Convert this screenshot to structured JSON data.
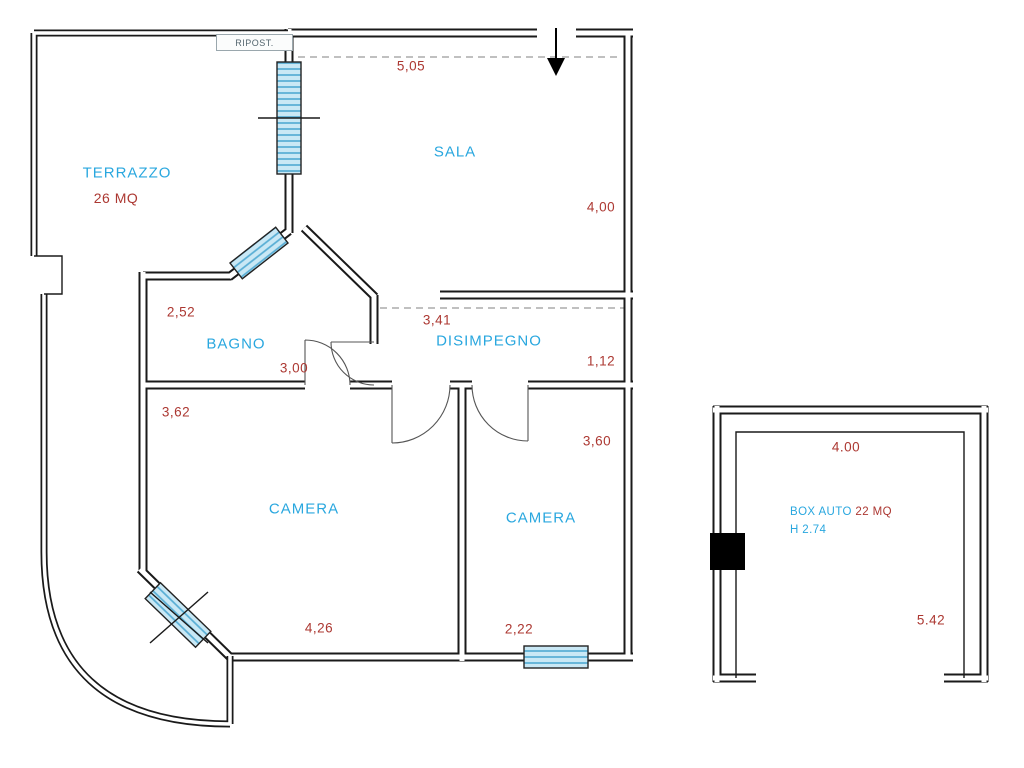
{
  "colors": {
    "room_label": "#29a7df",
    "measurement": "#ac3832",
    "wall": "#1a1a1a",
    "window_fill": "#c9e8f5"
  },
  "apartment": {
    "terrazzo": {
      "name": "TERRAZZO",
      "area": "26 MQ"
    },
    "ripostiglio": {
      "name": "RIPOST."
    },
    "sala": {
      "name": "SALA",
      "width": "5,05",
      "depth": "4,00"
    },
    "bagno": {
      "name": "BAGNO",
      "depth": "2,52",
      "width": "3,00"
    },
    "disimpegno": {
      "name": "DISIMPEGNO",
      "width": "3,41",
      "depth": "1,12"
    },
    "camera_1": {
      "name": "CAMERA",
      "depth": "3,62",
      "width": "4,26"
    },
    "camera_2": {
      "name": "CAMERA",
      "depth": "3,60",
      "width": "2,22"
    }
  },
  "garage": {
    "name": "BOX AUTO",
    "area": "22 MQ",
    "height": "H 2.74",
    "width": "4.00",
    "depth": "5.42"
  }
}
